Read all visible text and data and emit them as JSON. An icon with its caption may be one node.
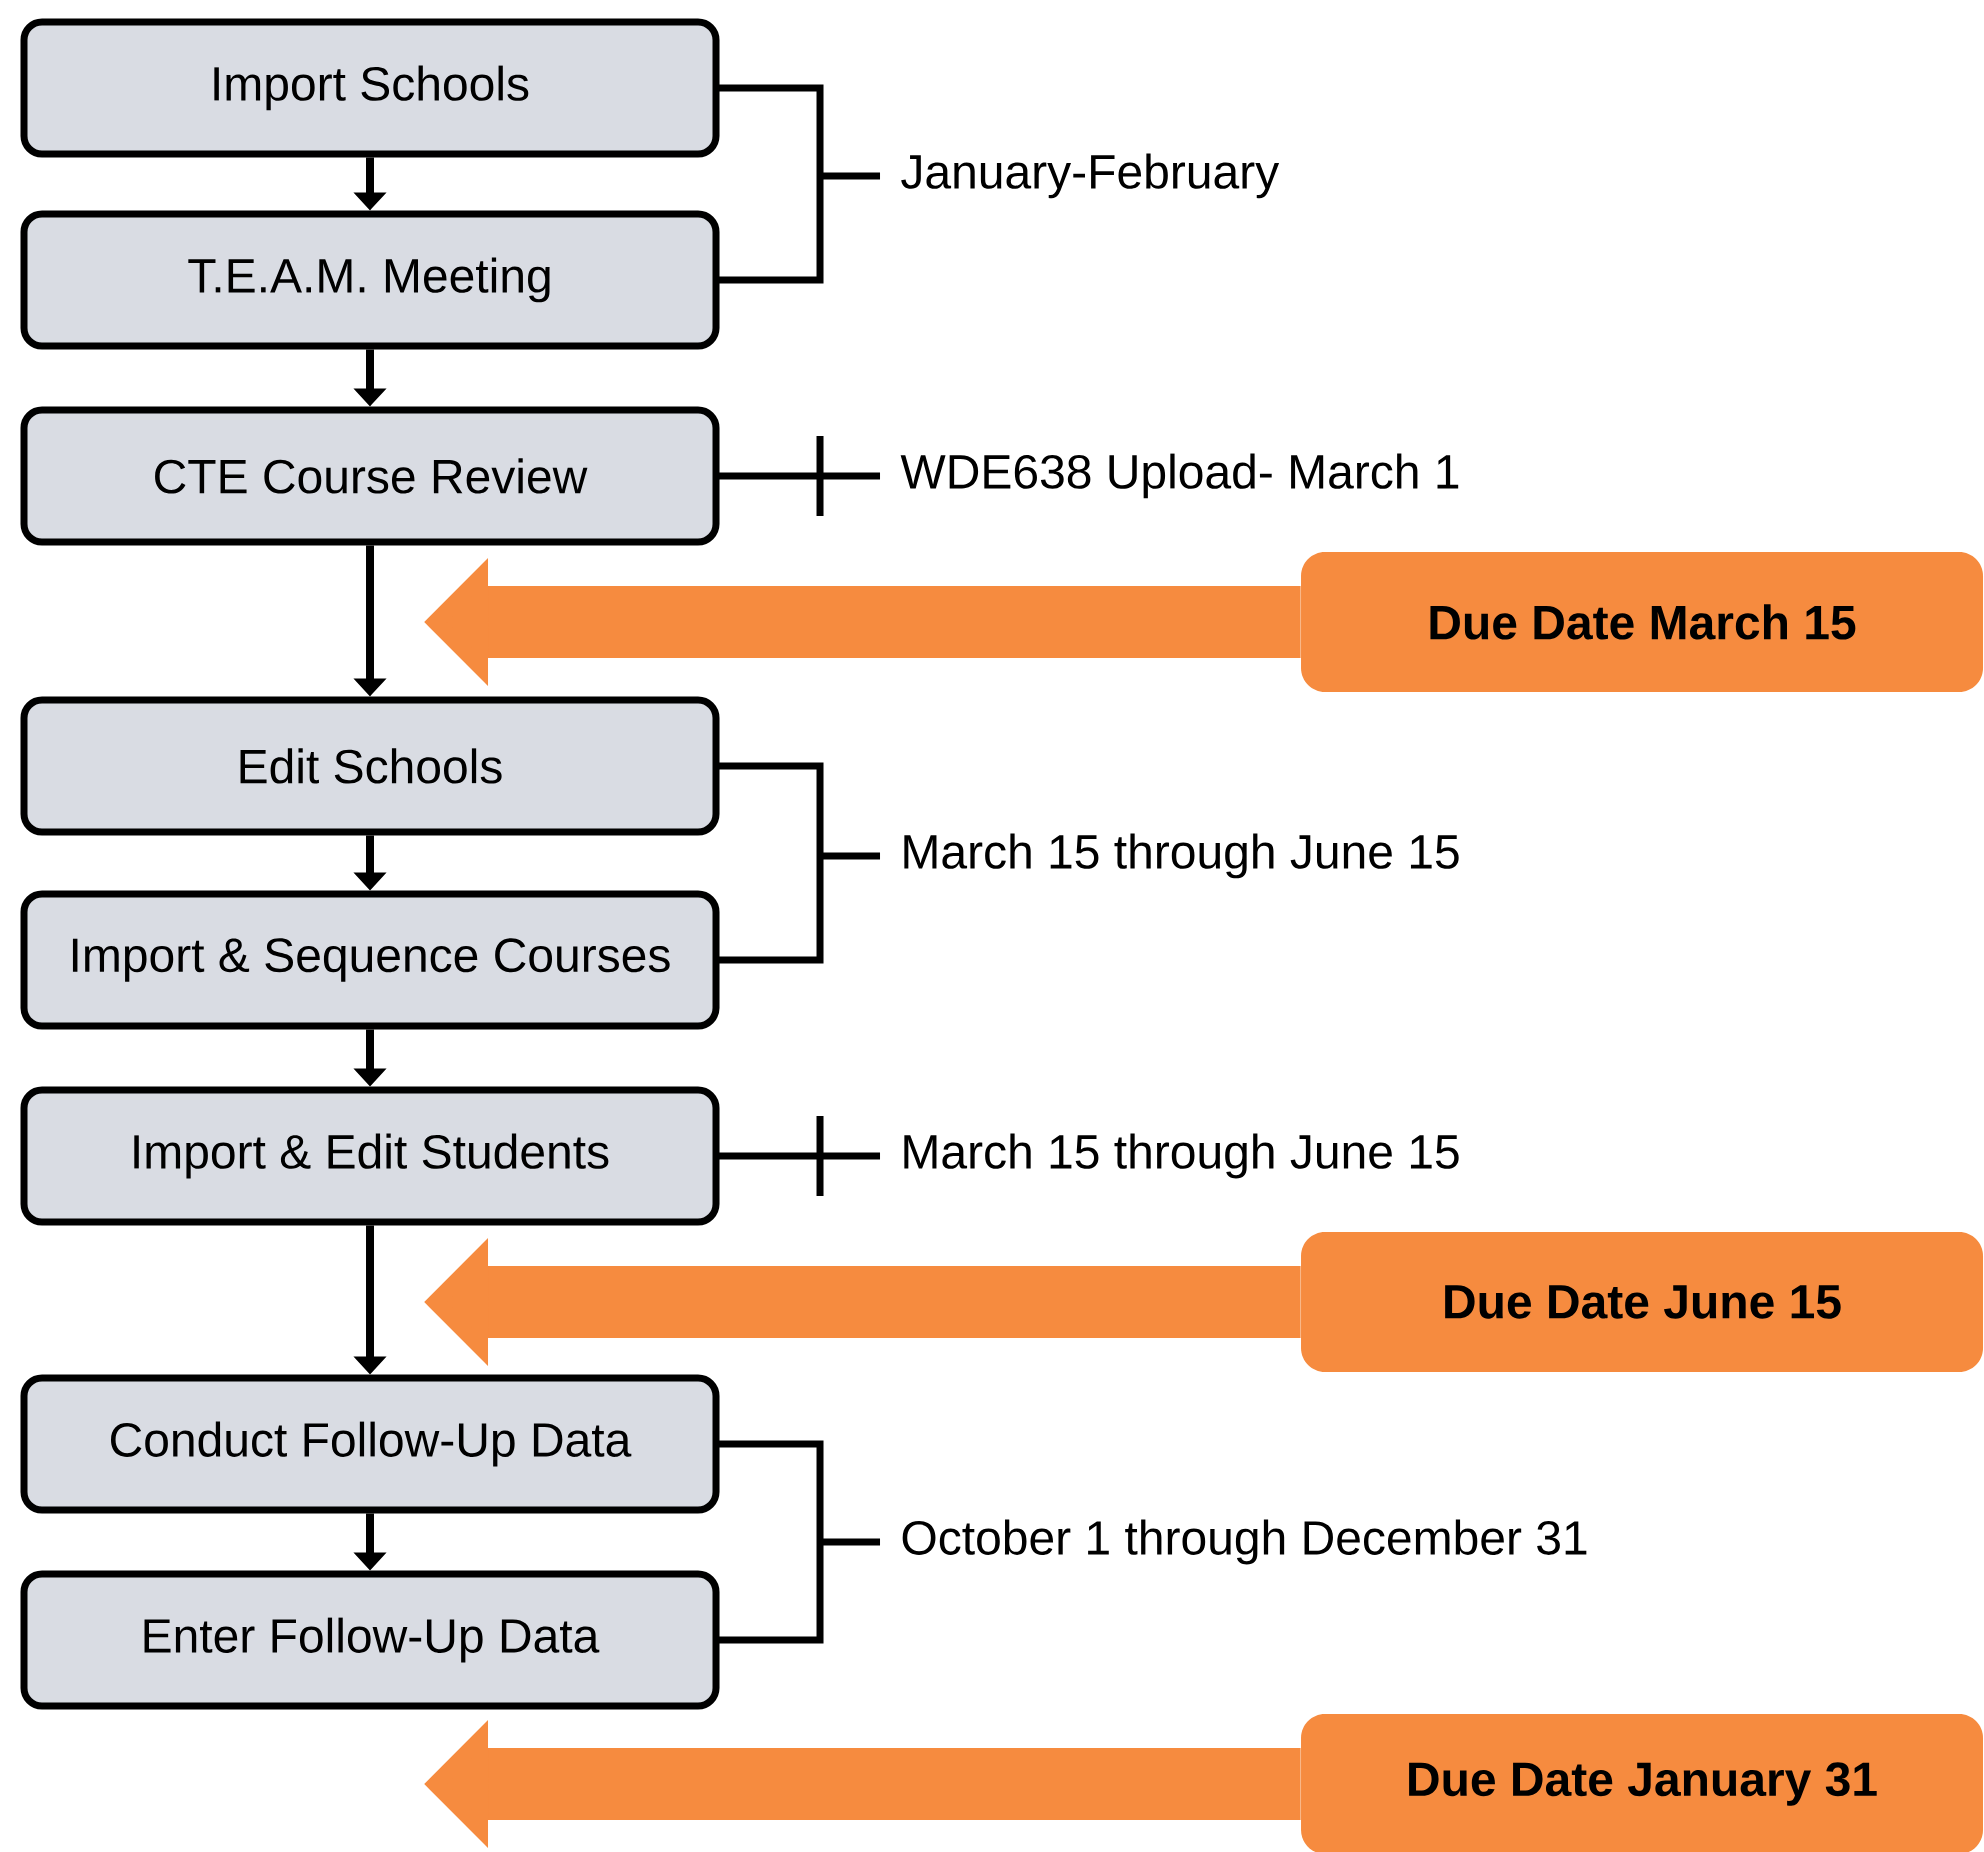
{
  "diagram": {
    "nodes": [
      {
        "text": [
          "Import Schools"
        ]
      },
      {
        "text": [
          "T.E.A.M. Meeting"
        ]
      },
      {
        "text": [
          "CTE Course Review"
        ]
      },
      {
        "text": [
          "Due Date March 15"
        ]
      },
      {
        "text": [
          "Edit Schools"
        ]
      },
      {
        "text": [
          "Import & Sequence Courses"
        ]
      },
      {
        "text": [
          "Import & Edit Students"
        ]
      },
      {
        "text": [
          "Due Date June 15"
        ]
      },
      {
        "text": [
          "Conduct Follow-Up Data"
        ]
      },
      {
        "text": [
          "Enter Follow-Up Data"
        ]
      },
      {
        "text": [
          "Due Date January 31"
        ]
      }
    ],
    "edges": [
      {
        "from": 0,
        "to": 1,
        "arrow": "to"
      },
      {
        "from": 1,
        "to": 2,
        "arrow": "to"
      },
      {
        "from": 2,
        "to": 4,
        "arrow": "to"
      },
      {
        "from": 4,
        "to": 5,
        "arrow": "to"
      },
      {
        "from": 5,
        "to": 6,
        "arrow": "to"
      },
      {
        "from": 6,
        "to": 8,
        "arrow": "to"
      },
      {
        "from": 8,
        "to": 9,
        "arrow": "to"
      },
      {
        "from": 3,
        "to": null,
        "arrow": "to",
        "style": "thick",
        "color": "#f68b3f"
      },
      {
        "from": 7,
        "to": null,
        "arrow": "to",
        "style": "thick",
        "color": "#f68b3f"
      },
      {
        "from": 10,
        "to": null,
        "arrow": "to",
        "style": "thick",
        "color": "#f68b3f"
      }
    ],
    "labels": [
      "January-February",
      "WDE638 Upload- March 1",
      "March 15 through June 15",
      "March 15 through June 15",
      "October 1 through December 31"
    ]
  }
}
